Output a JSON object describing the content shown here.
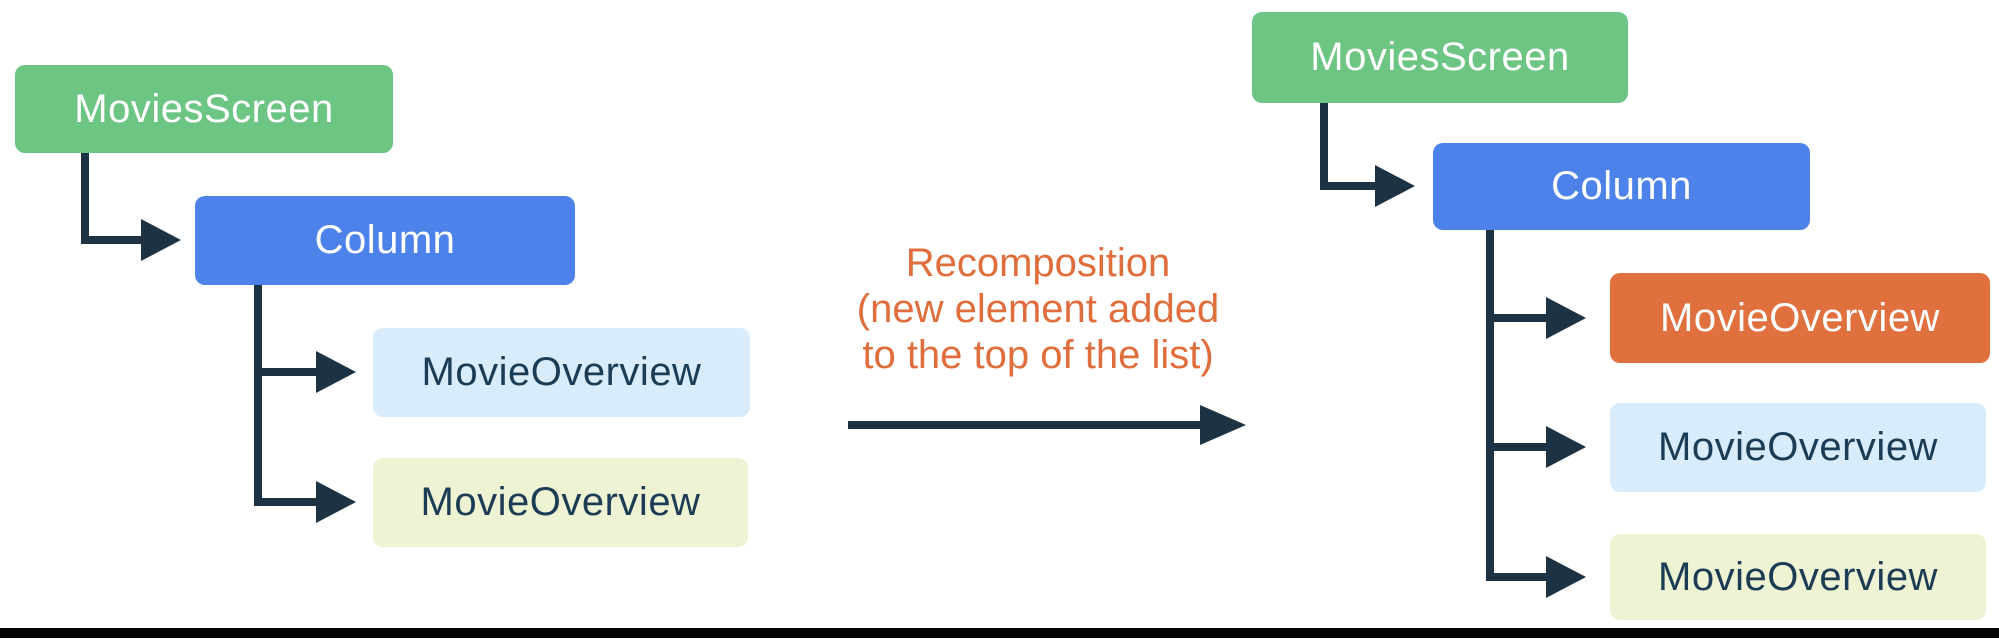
{
  "diagram": {
    "left_tree": {
      "root_label": "MoviesScreen",
      "column_label": "Column",
      "children": [
        {
          "label": "MovieOverview"
        },
        {
          "label": "MovieOverview"
        }
      ]
    },
    "right_tree": {
      "root_label": "MoviesScreen",
      "column_label": "Column",
      "children": [
        {
          "label": "MovieOverview"
        },
        {
          "label": "MovieOverview"
        },
        {
          "label": "MovieOverview"
        }
      ]
    },
    "transition": {
      "line1": "Recomposition",
      "line2": "(new element added",
      "line3": "to the top of the list)"
    },
    "palette": {
      "green": "#6cc583",
      "blue": "#4c82e9",
      "light_blue": "#d8ecfc",
      "light_yellow": "#eef3d3",
      "orange": "#e0703e",
      "connector": "#1d3243",
      "dark_text": "#1c3c55",
      "transition_text": "#e06e3c",
      "divider": "#060606",
      "background": "#ffffff"
    }
  }
}
